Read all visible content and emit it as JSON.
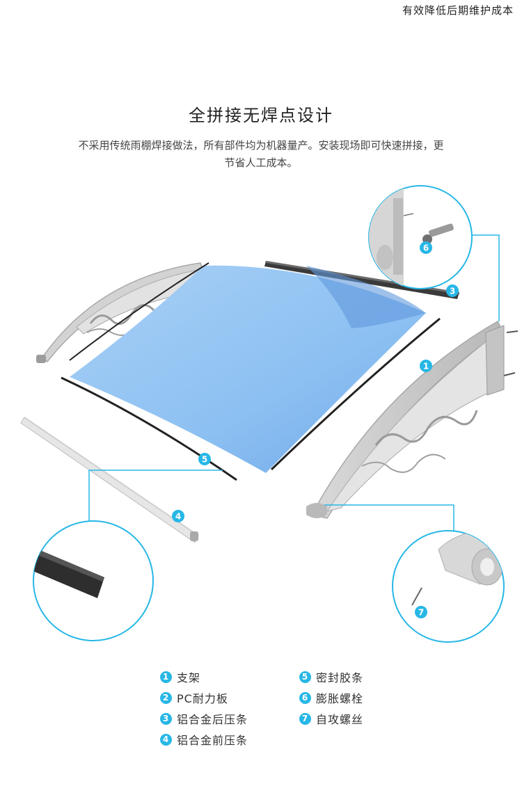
{
  "header": {
    "tagline": "有效降低后期维护成本"
  },
  "section": {
    "title": "全拼接无焊点设计",
    "description": "不采用传统雨棚焊接做法，所有部件均为机器量产。安装现场即可快速拼接，更节省人工成本。"
  },
  "parts": [
    {
      "num": "1",
      "name": "支架"
    },
    {
      "num": "2",
      "name": "PC耐力板"
    },
    {
      "num": "3",
      "name": "铝合金后压条"
    },
    {
      "num": "4",
      "name": "铝合金前压条"
    },
    {
      "num": "5",
      "name": "密封胶条"
    },
    {
      "num": "6",
      "name": "膨胀螺栓"
    },
    {
      "num": "7",
      "name": "自攻螺丝"
    }
  ],
  "colors": {
    "accent": "#27b7e6",
    "panel_blue": "#8fc1f0",
    "bracket_gray": "#cfcfcf",
    "strip_dark": "#333333"
  }
}
